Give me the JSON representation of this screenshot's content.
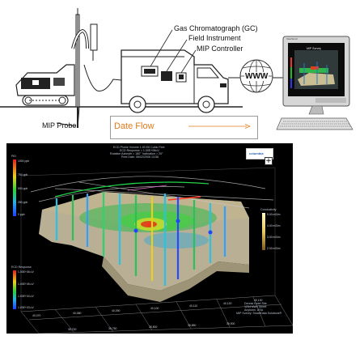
{
  "diagram": {
    "labels": {
      "gas_chromatograph": "Gas Chromatograph (GC)",
      "field_instrument": "Field Instrument",
      "mip_controller": "MIP Controller",
      "www": "WWW",
      "mip_probe": "MIP Probe",
      "date_flow": "Date Flow"
    },
    "monitor": {
      "screen_title": "MIP Survey",
      "brand": "ViewSonic"
    }
  },
  "scene": {
    "header_lines": [
      "ECD Plume Volume 1.00 E6 Cubic Feet",
      "ECD Response = 1.00E+06uV",
      "Rotation Azimuth = 180° Inclination = 20°",
      "Print Date: 06/02/2006 13:56"
    ],
    "logo_text": "columbia",
    "top_legend": {
      "title": "PID",
      "ticks": [
        "1000 ppb",
        "750 ppb",
        "500 ppb",
        "250 ppb",
        "0 ppb"
      ]
    },
    "bottom_legend": {
      "title": "ECD Response",
      "ticks": [
        "1.00E+06 uV",
        "1.00E+05 uV",
        "1.00E+04 uV",
        "1.00E+03 uV"
      ]
    },
    "right_legend": {
      "title": "Conductivity",
      "ticks": [
        "5.00 mS/m",
        "4.00 mS/m",
        "3.00 mS/m",
        "2.00 mS/m"
      ]
    },
    "footer_lines": [
      "Dennis Hotel Site",
      "1234 Main Street",
      "Anytown, USA",
      "MIP Survey: SmartData Solutions®"
    ],
    "axis_ticks_x": [
      "40,070",
      "40,080",
      "40,090",
      "40,100",
      "40,110",
      "40,120",
      "40,130"
    ],
    "axis_ticks_y": [
      "35,700",
      "35,750",
      "35,800",
      "35,850",
      "35,900"
    ],
    "colors": {
      "background": "#000000",
      "terrain": "#d8ceae",
      "plume_green": "#30c030",
      "plume_red": "#e03020",
      "probe_blue": "#2244ff",
      "grid": "#8a8a8a"
    }
  },
  "plus_icon": "+"
}
